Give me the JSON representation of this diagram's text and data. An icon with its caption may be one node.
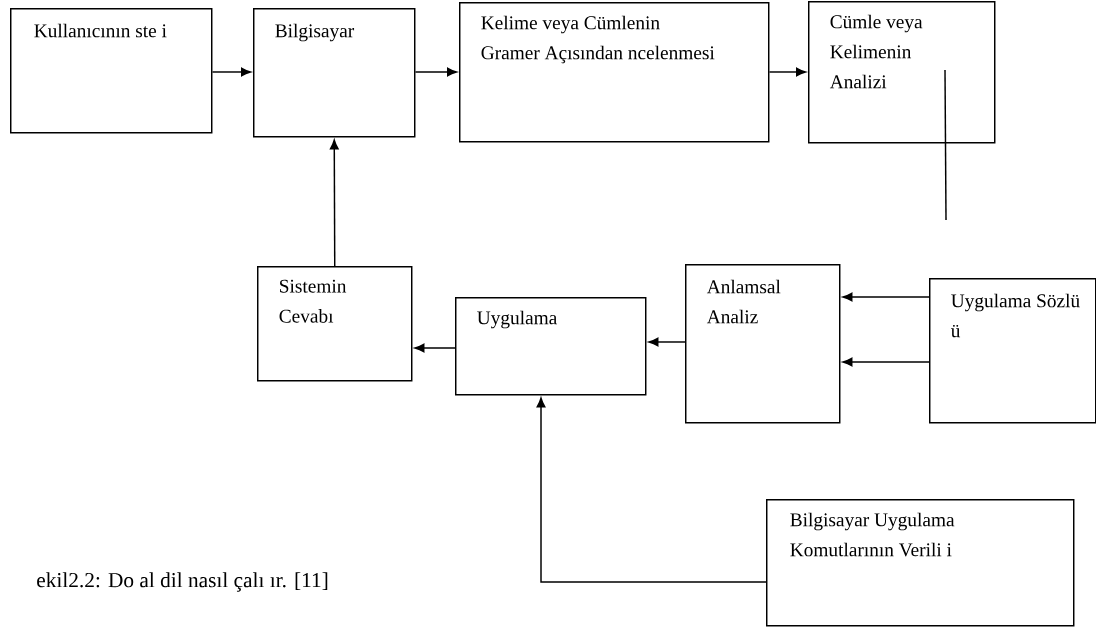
{
  "diagram": {
    "caption": "ekil2.2: Do al dil nasıl çalı ır. [11]",
    "nodes": [
      {
        "text": [
          "Kullanıcının ste i"
        ]
      },
      {
        "text": [
          "Bilgisayar"
        ]
      },
      {
        "text": [
          "Kelime veya Cümlenin Gramer Açısından ncelenmesi"
        ]
      },
      {
        "text": [
          "Cümle veya Kelimenin Analizi"
        ]
      },
      {
        "text": [
          "Sistemin Cevabı"
        ]
      },
      {
        "text": [
          "Uygulama"
        ]
      },
      {
        "text": [
          "Anlamsal Analiz"
        ]
      },
      {
        "text": [
          "Uygulama Sözlü ü"
        ]
      },
      {
        "text": [
          "Bilgisayar Uygulama Komutlarının Verili i"
        ]
      }
    ],
    "edges": [
      {
        "from": 0,
        "to": 1,
        "arrow": "to"
      },
      {
        "from": 1,
        "to": 2,
        "arrow": "to"
      },
      {
        "from": 2,
        "to": 3,
        "arrow": "to"
      },
      {
        "from": 4,
        "to": 1,
        "arrow": "to"
      },
      {
        "from": 5,
        "to": 4,
        "arrow": "to"
      },
      {
        "from": 6,
        "to": 5,
        "arrow": "to"
      },
      {
        "from": 7,
        "to": 6,
        "arrow": "to"
      },
      {
        "from": 7,
        "to": 6,
        "arrow": "to"
      },
      {
        "from": 8,
        "to": 5,
        "arrow": "to"
      },
      {
        "from": 3,
        "to": null,
        "arrow": "none"
      }
    ]
  }
}
